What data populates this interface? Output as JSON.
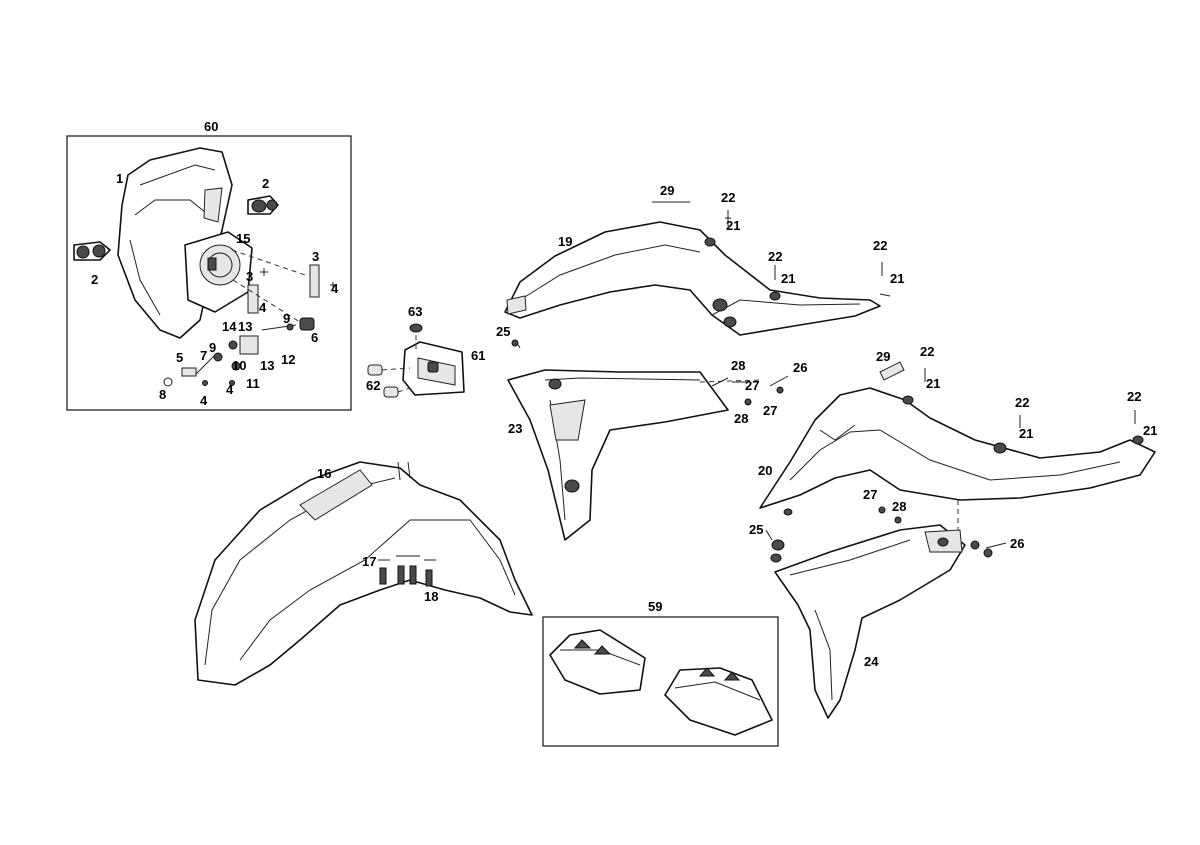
{
  "callouts": {
    "c60": "60",
    "c1": "1",
    "c2a": "2",
    "c2b": "2",
    "c15": "15",
    "c3a": "3",
    "c3b": "3",
    "c4a": "4",
    "c4b": "4",
    "c4c": "4",
    "c4d": "4",
    "c14": "14",
    "c13a": "13",
    "c13b": "13",
    "c9a": "9",
    "c9b": "9",
    "c5": "5",
    "c7": "7",
    "c10": "10",
    "c11": "11",
    "c12": "12",
    "c6": "6",
    "c8": "8",
    "c63": "63",
    "c61": "61",
    "c62": "62",
    "c29a": "29",
    "c22a": "22",
    "c21a": "21",
    "c19": "19",
    "c22b": "22",
    "c21b": "21",
    "c22c": "22",
    "c21c": "21",
    "c25a": "25",
    "c23": "23",
    "c28a": "28",
    "c27a": "27",
    "c26a": "26",
    "c28b": "28",
    "c27b": "27",
    "c29b": "29",
    "c22d": "22",
    "c21d": "21",
    "c22e": "22",
    "c21e": "21",
    "c22f": "22",
    "c21f": "21",
    "c20": "20",
    "c27c": "27",
    "c28c": "28",
    "c25b": "25",
    "c26b": "26",
    "c24": "24",
    "c16": "16",
    "c17": "17",
    "c18": "18",
    "c59": "59"
  }
}
